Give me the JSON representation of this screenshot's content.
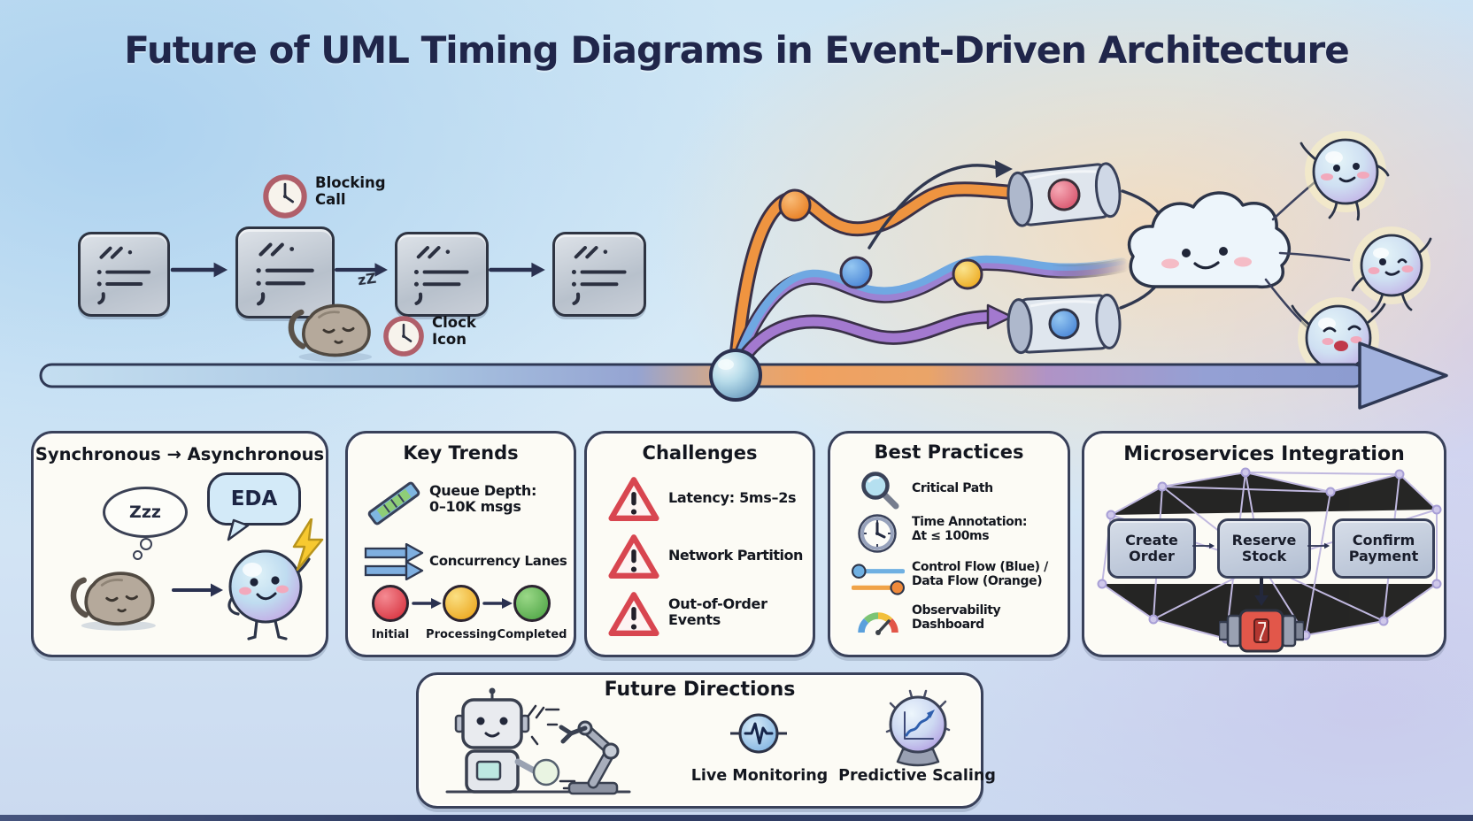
{
  "title": "Future of UML Timing Diagrams in Event-Driven Architecture",
  "top_flow": {
    "blocking_call_label": "Blocking\nCall",
    "clock_icon_label": "Clock\nIcon",
    "sleep_zz": "zZ"
  },
  "panels": {
    "sync_async": {
      "title": "Synchronous → Asynchronous",
      "thought_bubble": "Zzz",
      "speech_bubble": "EDA"
    },
    "key_trends": {
      "title": "Key Trends",
      "queue_depth": "Queue Depth:\n0–10K msgs",
      "concurrency": "Concurrency Lanes",
      "states": [
        {
          "label": "Initial",
          "color": "#e85560"
        },
        {
          "label": "Processing",
          "color": "#f2c342"
        },
        {
          "label": "Completed",
          "color": "#72c263"
        }
      ]
    },
    "challenges": {
      "title": "Challenges",
      "items": [
        "Latency: 5ms–2s",
        "Network Partition",
        "Out-of-Order\nEvents"
      ]
    },
    "best_practices": {
      "title": "Best Practices",
      "items": [
        "Critical Path",
        "Time Annotation:\nΔt ≤ 100ms",
        "Control Flow (Blue) /\nData Flow (Orange)",
        "Observability\nDashboard"
      ]
    },
    "microservices": {
      "title": "Microservices Integration",
      "services": [
        "Create\nOrder",
        "Reserve\nStock",
        "Confirm\nPayment"
      ]
    },
    "future_directions": {
      "title": "Future Directions",
      "live_monitoring": "Live Monitoring",
      "predictive_scaling": "Predictive Scaling"
    }
  },
  "colors": {
    "title_text": "#20264a",
    "panel_bg": "#fcfbf5",
    "panel_border": "#39415a",
    "timeline_blue": "#a9c6e2",
    "timeline_purple": "#9a8fc8",
    "stream_orange": "#ef9440",
    "stream_blue": "#6fa8e2",
    "stream_purple": "#a379cf",
    "state_initial": "#e85560",
    "state_processing": "#f2c342",
    "state_completed": "#72c263",
    "warning_red": "#d84650",
    "control_flow_blue": "#6fb0e2",
    "data_flow_orange": "#f08a3a"
  }
}
